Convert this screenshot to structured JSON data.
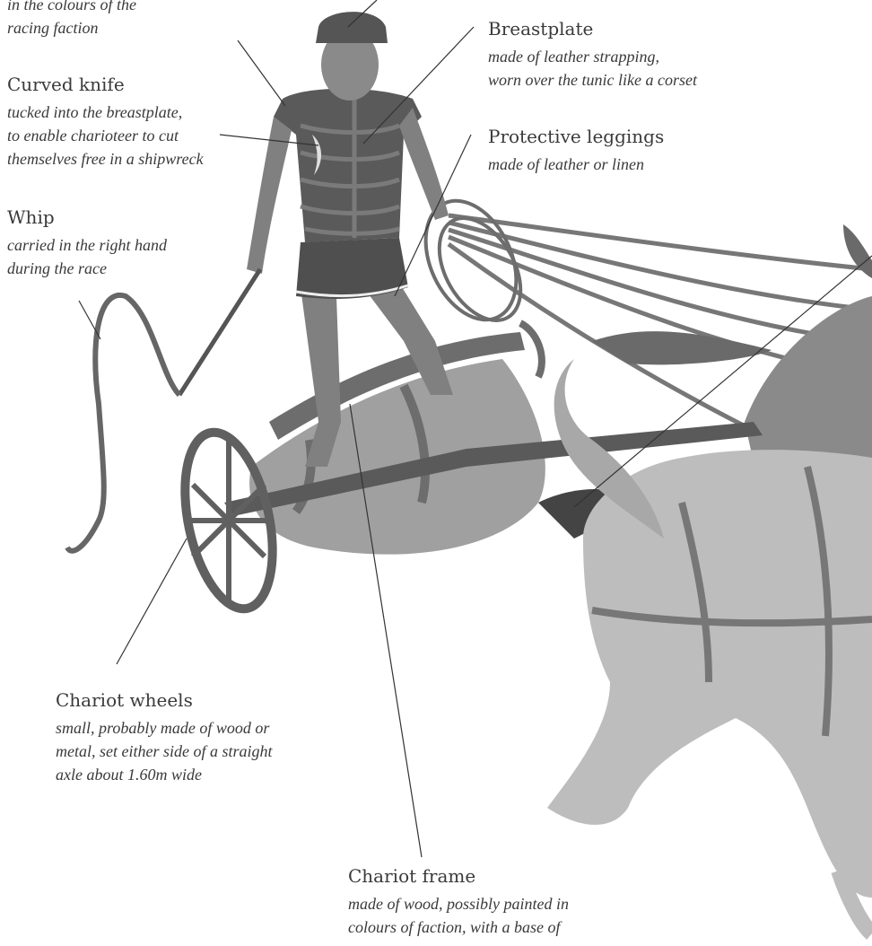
{
  "labels": {
    "helmet": {
      "lines": [
        "in the colours of the",
        "racing faction"
      ]
    },
    "breastplate": {
      "title": "Breastplate",
      "lines": [
        "made of leather strapping,",
        "worn over the tunic like a corset"
      ]
    },
    "knife": {
      "title": "Curved knife",
      "lines": [
        "tucked into the breastplate,",
        "to enable charioteer to cut",
        "themselves free in a shipwreck"
      ]
    },
    "leggings": {
      "title": "Protective leggings",
      "lines": [
        "made of leather or linen"
      ]
    },
    "whip": {
      "title": "Whip",
      "lines": [
        "carried in the right hand",
        "during the race"
      ]
    },
    "wheels": {
      "title": "Chariot wheels",
      "lines": [
        "small, probably made of wood or",
        "metal, set either side of a straight",
        "axle about 1.60m wide"
      ]
    },
    "frame": {
      "title": "Chariot frame",
      "lines": [
        "made of wood, possibly painted in",
        "colours of faction, with a base of"
      ]
    }
  },
  "colors": {
    "dark": "#555555",
    "mid": "#777777",
    "light": "#9a9a9a",
    "pale": "#bdbdbd",
    "leader": "#333333"
  }
}
